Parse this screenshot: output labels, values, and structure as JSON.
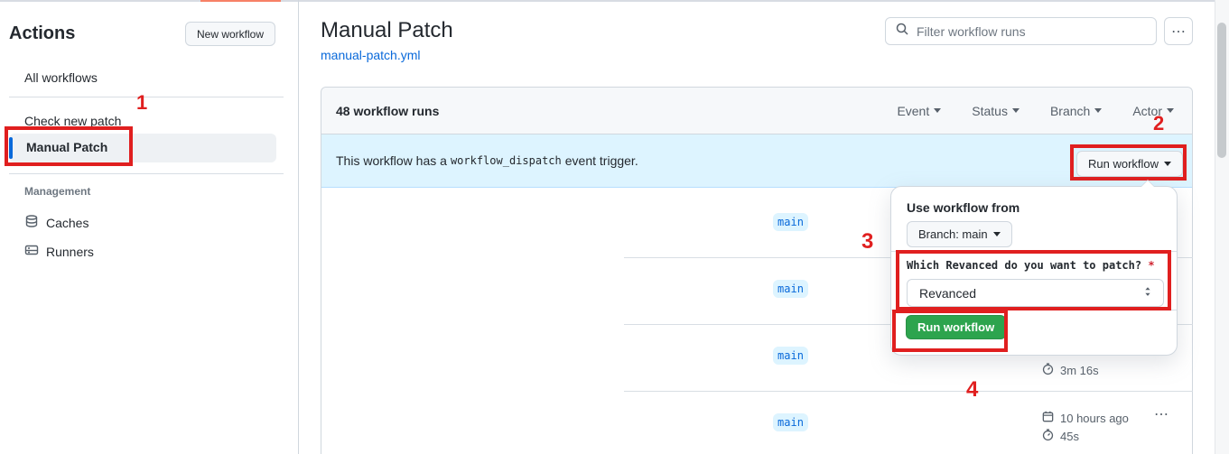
{
  "sidebar": {
    "title": "Actions",
    "new_workflow": "New workflow",
    "all_workflows": "All workflows",
    "check_new_patch": "Check new patch",
    "manual_patch": "Manual Patch",
    "management_header": "Management",
    "caches": "Caches",
    "runners": "Runners"
  },
  "header": {
    "title": "Manual Patch",
    "file_link": "manual-patch.yml",
    "filter_placeholder": "Filter workflow runs",
    "kebab": "⋯"
  },
  "runs_panel": {
    "count": "48 workflow runs",
    "filters": [
      {
        "label": "Event"
      },
      {
        "label": "Status"
      },
      {
        "label": "Branch"
      },
      {
        "label": "Actor"
      }
    ],
    "banner": {
      "text_before": "This workflow has a",
      "code": "workflow_dispatch",
      "text_after": "event trigger.",
      "run_button": "Run workflow"
    },
    "rows": [
      {
        "branch": "main"
      },
      {
        "branch": "main"
      },
      {
        "branch": "main",
        "duration": "3m 16s"
      },
      {
        "branch": "main",
        "time": "10 hours ago",
        "duration": "45s",
        "kebab": "⋯"
      }
    ]
  },
  "popup": {
    "title": "Use workflow from",
    "branch_selector": "Branch: main",
    "input_label": "Which Revanced do you want to patch?",
    "required": "*",
    "select_value": "Revanced",
    "run_button": "Run workflow"
  },
  "annotations": {
    "step1": "1",
    "step2": "2",
    "step3": "3",
    "step4": "4",
    "color": "#e01f1f"
  },
  "colors": {
    "accent_blue": "#0969da",
    "banner_bg": "#ddf4ff",
    "button_green": "#2da44e",
    "top_accent_orange": "#f78166"
  }
}
